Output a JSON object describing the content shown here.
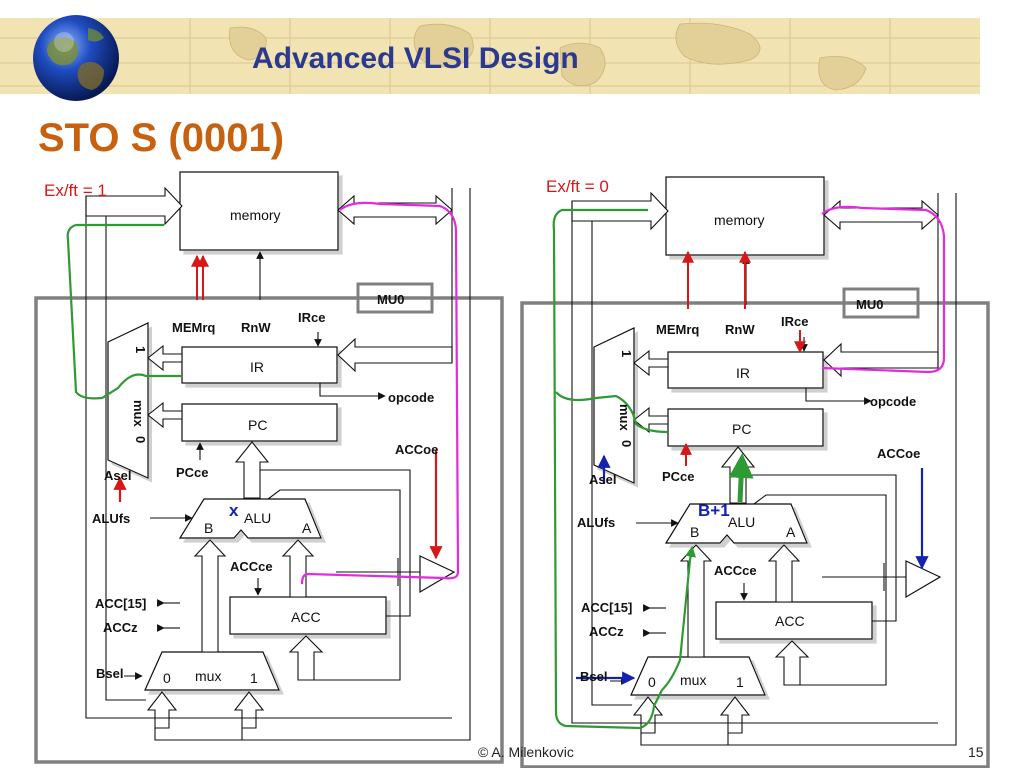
{
  "header": {
    "course_title": "Advanced VLSI Design",
    "slide_title": "STO S (0001)",
    "globe_icon": "globe-icon"
  },
  "footer": {
    "author": "© A. Milenkovic",
    "page_number": "15"
  },
  "colors": {
    "title_orange": "#c8610f",
    "banner_blue": "#2b3a8f",
    "active_red": "#d81818",
    "active_green": "#2e9a34",
    "active_magenta": "#e22ae0",
    "active_blue": "#1522b0",
    "mu0_border": "#808080"
  },
  "diagrams": {
    "left": {
      "phase_label": "Ex/ft = 1",
      "alu_note": "x"
    },
    "right": {
      "phase_label": "Ex/ft = 0",
      "alu_note": "B+1"
    }
  },
  "labels": {
    "memory": "memory",
    "mu0": "MU0",
    "memrq": "MEMrq",
    "rnw": "RnW",
    "irce": "IRce",
    "ir": "IR",
    "opcode": "opcode",
    "pc": "PC",
    "pcce": "PCce",
    "asel": "Asel",
    "mux": "mux",
    "mux_in_1": "1",
    "mux_in_0": "0",
    "accoe": "ACCoe",
    "alufs": "ALUfs",
    "alu": "ALU",
    "alu_in_b": "B",
    "alu_in_a": "A",
    "accce": "ACCce",
    "acc": "ACC",
    "acc15": "ACC[15]",
    "accz": "ACCz",
    "bsel": "Bsel"
  }
}
